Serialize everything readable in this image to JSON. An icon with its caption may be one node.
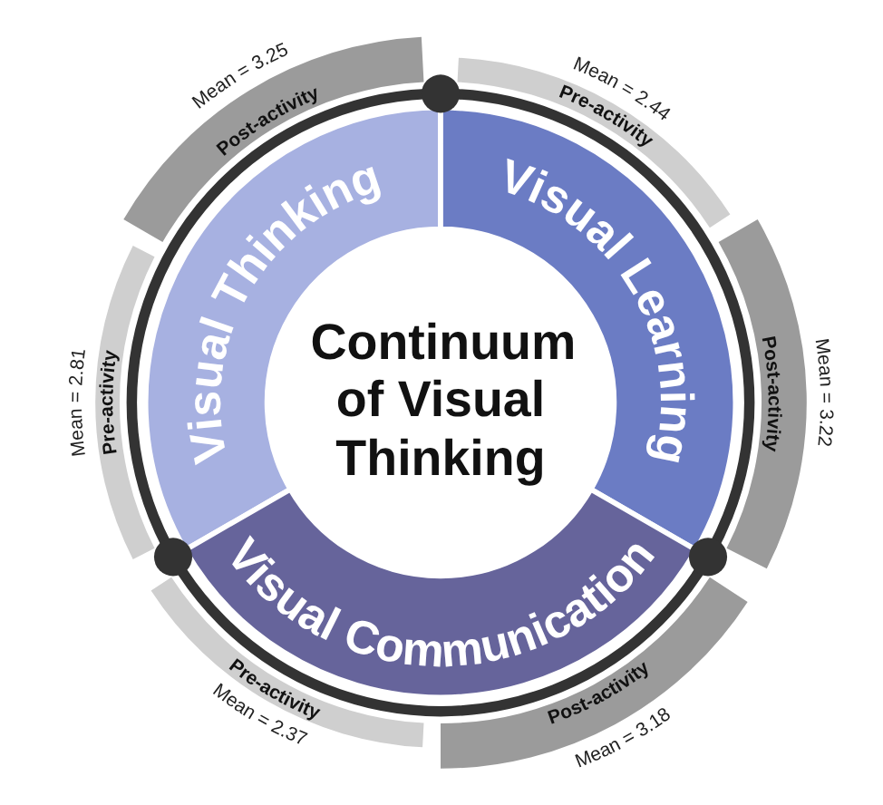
{
  "diagram": {
    "nodes": [
      {
        "text": [
          "Continuum of Visual Thinking"
        ]
      },
      {
        "text": [
          "Visual Thinking"
        ]
      },
      {
        "text": [
          "Visual Learning"
        ]
      },
      {
        "text": [
          "Visual Communication"
        ]
      },
      {
        "text": [
          "Post-activity"
        ],
        "beside": [
          "Mean = 3.25"
        ]
      },
      {
        "text": [
          "Pre-activity"
        ],
        "beside": [
          "Mean = 2.44"
        ]
      },
      {
        "text": [
          "Pre-activity"
        ],
        "beside": [
          "Mean = 2.81"
        ]
      },
      {
        "text": [
          "Post-activity"
        ],
        "beside": [
          "Mean = 3.22"
        ]
      },
      {
        "text": [
          "Pre-activity"
        ],
        "beside": [
          "Mean = 2.37"
        ]
      },
      {
        "text": [
          "Post-activity"
        ],
        "beside": [
          "Mean = 3.18"
        ]
      }
    ],
    "edges": []
  }
}
